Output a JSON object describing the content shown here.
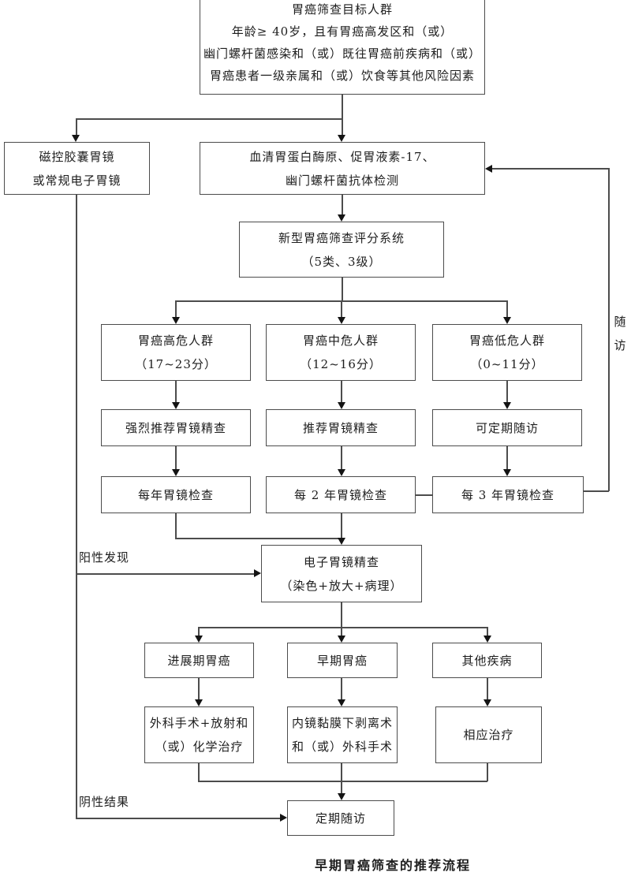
{
  "palette": {
    "line": "#4c4c4c",
    "arrow": "#141414",
    "text": "#1d1d1d",
    "background": "#ffffff"
  },
  "nodes": {
    "target": {
      "lines": [
        "胃癌筛查目标人群",
        "年龄≥ 40岁，且有胃癌高发区和（或）",
        "幽门螺杆菌感染和（或）既往胃癌前疾病和（或）",
        "胃癌患者一级亲属和（或）饮食等其他风险因素"
      ]
    },
    "capsule": {
      "lines": [
        "磁控胶囊胃镜",
        "或常规电子胃镜"
      ]
    },
    "serum": {
      "lines": [
        "血清胃蛋白酶原、促胃液素-17、",
        "幽门螺杆菌抗体检测"
      ]
    },
    "score": {
      "lines": [
        "新型胃癌筛查评分系统",
        "（5类、3级）"
      ]
    },
    "high_risk": {
      "lines": [
        "胃癌高危人群",
        "（17~23分）"
      ]
    },
    "mid_risk": {
      "lines": [
        "胃癌中危人群",
        "（12~16分）"
      ]
    },
    "low_risk": {
      "lines": [
        "胃癌低危人群",
        "（0~11分）"
      ]
    },
    "strong_rec": {
      "lines": [
        "强烈推荐胃镜精查"
      ]
    },
    "rec": {
      "lines": [
        "推荐胃镜精查"
      ]
    },
    "periodic_fu": {
      "lines": [
        "可定期随访"
      ]
    },
    "yearly": {
      "lines": [
        "每年胃镜检查"
      ]
    },
    "two_year": {
      "lines": [
        "每 2 年胃镜检查"
      ]
    },
    "three_year": {
      "lines": [
        "每 3 年胃镜检查"
      ]
    },
    "endoscopy": {
      "lines": [
        "电子胃镜精查",
        "（染色+放大+病理）"
      ]
    },
    "advanced": {
      "lines": [
        "进展期胃癌"
      ]
    },
    "early": {
      "lines": [
        "早期胃癌"
      ]
    },
    "other": {
      "lines": [
        "其他疾病"
      ]
    },
    "surgery": {
      "lines": [
        "外科手术+放射和",
        "（或）化学治疗"
      ]
    },
    "esd": {
      "lines": [
        "内镜黏膜下剥离术",
        "和（或）外科手术"
      ]
    },
    "treatment": {
      "lines": [
        "相应治疗"
      ]
    },
    "followup": {
      "lines": [
        "定期随访"
      ]
    }
  },
  "edge_labels": {
    "positive": "阳性发现",
    "negative": "阴性结果",
    "loop": "随访"
  },
  "caption": "早期胃癌筛查的推荐流程"
}
